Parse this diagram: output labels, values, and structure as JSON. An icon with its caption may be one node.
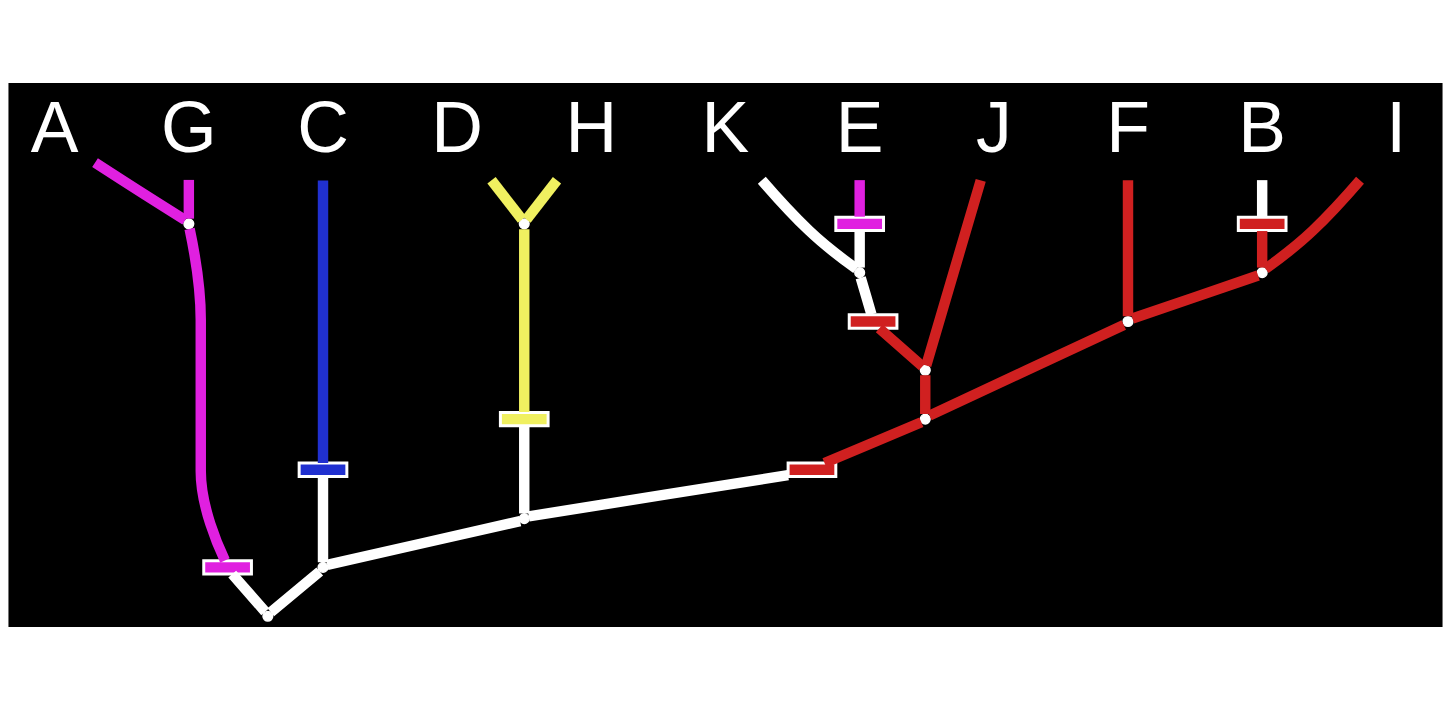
{
  "diagram": {
    "nodes": [
      {
        "text": [
          "A"
        ]
      },
      {
        "text": [
          "G"
        ]
      },
      {
        "text": [
          "C"
        ]
      },
      {
        "text": [
          "D"
        ]
      },
      {
        "text": [
          "H"
        ]
      },
      {
        "text": [
          "K"
        ]
      },
      {
        "text": [
          "E"
        ]
      },
      {
        "text": [
          "J"
        ]
      },
      {
        "text": [
          "F"
        ]
      },
      {
        "text": [
          "B"
        ]
      },
      {
        "text": [
          "I"
        ]
      },
      {
        "text": [],
        "shape": "box"
      },
      {
        "text": [],
        "shape": "box"
      },
      {
        "text": [],
        "shape": "box"
      },
      {
        "text": [],
        "shape": "box"
      },
      {
        "text": [],
        "shape": "box"
      },
      {
        "text": [],
        "shape": "box"
      },
      {
        "text": [],
        "shape": "box"
      },
      {
        "text": [],
        "shape": "point"
      },
      {
        "text": [],
        "shape": "point"
      },
      {
        "text": [],
        "shape": "point"
      },
      {
        "text": [],
        "shape": "point"
      },
      {
        "text": [],
        "shape": "point"
      },
      {
        "text": [],
        "shape": "point"
      },
      {
        "text": [],
        "shape": "point"
      },
      {
        "text": [],
        "shape": "point"
      },
      {
        "text": [],
        "shape": "point"
      },
      {
        "text": [],
        "shape": "point"
      }
    ],
    "edges": [
      {
        "from": 18,
        "to": 11,
        "arrow": "none"
      },
      {
        "from": 11,
        "to": 19,
        "arrow": "none",
        "color": "#e020e0"
      },
      {
        "from": 19,
        "to": 0,
        "arrow": "none",
        "color": "#e020e0"
      },
      {
        "from": 19,
        "to": 1,
        "arrow": "none",
        "color": "#e020e0"
      },
      {
        "from": 18,
        "to": 20,
        "arrow": "none"
      },
      {
        "from": 20,
        "to": 12,
        "arrow": "none"
      },
      {
        "from": 12,
        "to": 2,
        "arrow": "none",
        "color": "#2030d0"
      },
      {
        "from": 20,
        "to": 21,
        "arrow": "none"
      },
      {
        "from": 21,
        "to": 13,
        "arrow": "none"
      },
      {
        "from": 13,
        "to": 22,
        "arrow": "none",
        "color": "#f0f060"
      },
      {
        "from": 22,
        "to": 3,
        "arrow": "none",
        "color": "#f0f060"
      },
      {
        "from": 22,
        "to": 4,
        "arrow": "none",
        "color": "#f0f060"
      },
      {
        "from": 21,
        "to": 14,
        "arrow": "none"
      },
      {
        "from": 14,
        "to": 23,
        "arrow": "none",
        "color": "#d02020"
      },
      {
        "from": 23,
        "to": 24,
        "arrow": "none",
        "color": "#d02020"
      },
      {
        "from": 23,
        "to": 25,
        "arrow": "none",
        "color": "#d02020"
      },
      {
        "from": 24,
        "to": 15,
        "arrow": "none",
        "color": "#d02020"
      },
      {
        "from": 15,
        "to": 26,
        "arrow": "none"
      },
      {
        "from": 26,
        "to": 5,
        "arrow": "none"
      },
      {
        "from": 26,
        "to": 16,
        "arrow": "none"
      },
      {
        "from": 16,
        "to": 6,
        "arrow": "none",
        "color": "#e020e0"
      },
      {
        "from": 24,
        "to": 7,
        "arrow": "none",
        "color": "#d02020"
      },
      {
        "from": 25,
        "to": 8,
        "arrow": "none",
        "color": "#d02020"
      },
      {
        "from": 25,
        "to": 27,
        "arrow": "none",
        "color": "#d02020"
      },
      {
        "from": 27,
        "to": 17,
        "arrow": "none",
        "color": "#d02020"
      },
      {
        "from": 17,
        "to": 9,
        "arrow": "none"
      },
      {
        "from": 27,
        "to": 10,
        "arrow": "none",
        "color": "#d02020"
      }
    ]
  }
}
